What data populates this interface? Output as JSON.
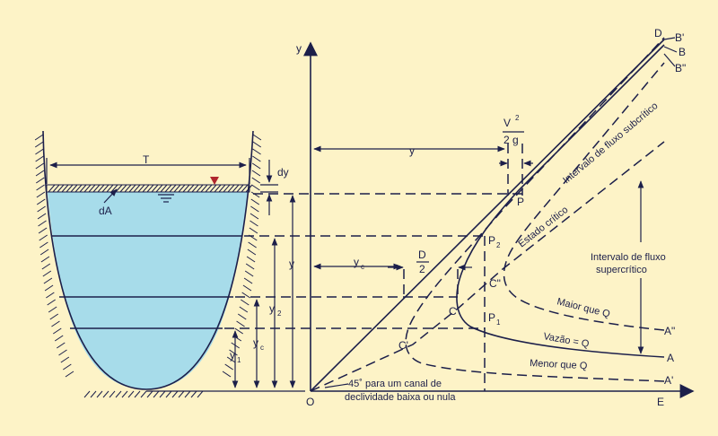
{
  "labels": {
    "T": "T",
    "dy": "dy",
    "dA": "dA",
    "y_axis": "y",
    "E_axis": "E",
    "origin": "O",
    "y_depth": "y",
    "y_total": "y",
    "y2": "y",
    "y2_sub": "2",
    "yc": "y",
    "yc_sub": "c",
    "y1": "y",
    "y1_sub": "1",
    "yc_mid": "y",
    "yc_mid_sub": "c",
    "D": "D",
    "two": "2",
    "V": "V",
    "V_exp": "2",
    "two_g": "2 g",
    "P": "P",
    "P2": "P",
    "P2_sub": "2",
    "P1": "P",
    "P1_sub": "1",
    "C": "C",
    "C1": "C'",
    "C2": "C\"",
    "A": "A",
    "A1": "A'",
    "A2": "A\"",
    "B": "B",
    "B1": "B'",
    "B2": "B\"",
    "Dpt": "D",
    "subcritico": "Intervalo de fluxo subcrítico",
    "estado_critico": "Estado crítico",
    "supercritico_1": "Intervalo de fluxo",
    "supercritico_2": "supercrítico",
    "maior_q": "Maior que Q",
    "vazao_q": "Vazão = Q",
    "menor_q": "Menor que Q",
    "nota_1": "45˚ para um canal de",
    "nota_2": "declividade baixa ou nula"
  },
  "colors": {
    "background": "#fdf3c7",
    "water": "#a7dcea",
    "ink": "#1c1f4a",
    "marker": "#b0262c"
  }
}
